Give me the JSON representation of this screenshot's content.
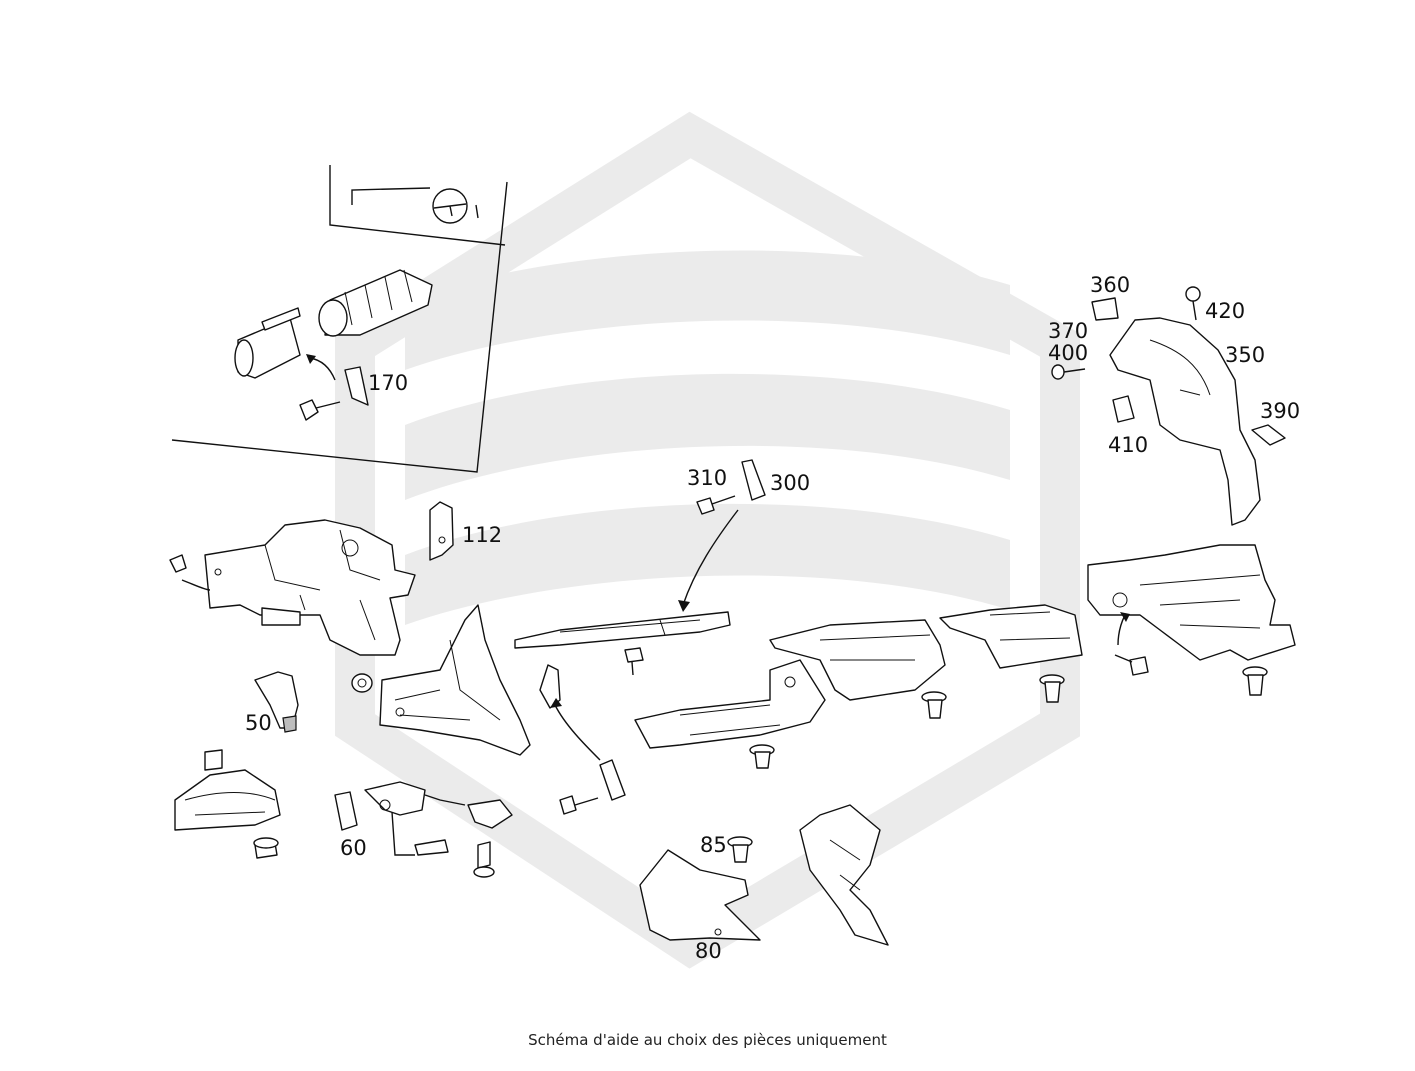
{
  "caption": "Schéma d'aide au choix des pièces uniquement",
  "colors": {
    "watermark": "#ebebeb",
    "ink": "#111111"
  },
  "icons": {
    "watermark": "brand-logo-watermark",
    "steering_wheel": "steering-wheel-icon"
  },
  "part_labels": {
    "p50": "50",
    "p60": "60",
    "p80": "80",
    "p85": "85",
    "p112": "112",
    "p170": "170",
    "p300": "300",
    "p310": "310",
    "p350": "350",
    "p360": "360",
    "p370": "370",
    "p390": "390",
    "p400": "400",
    "p410": "410",
    "p420": "420"
  }
}
